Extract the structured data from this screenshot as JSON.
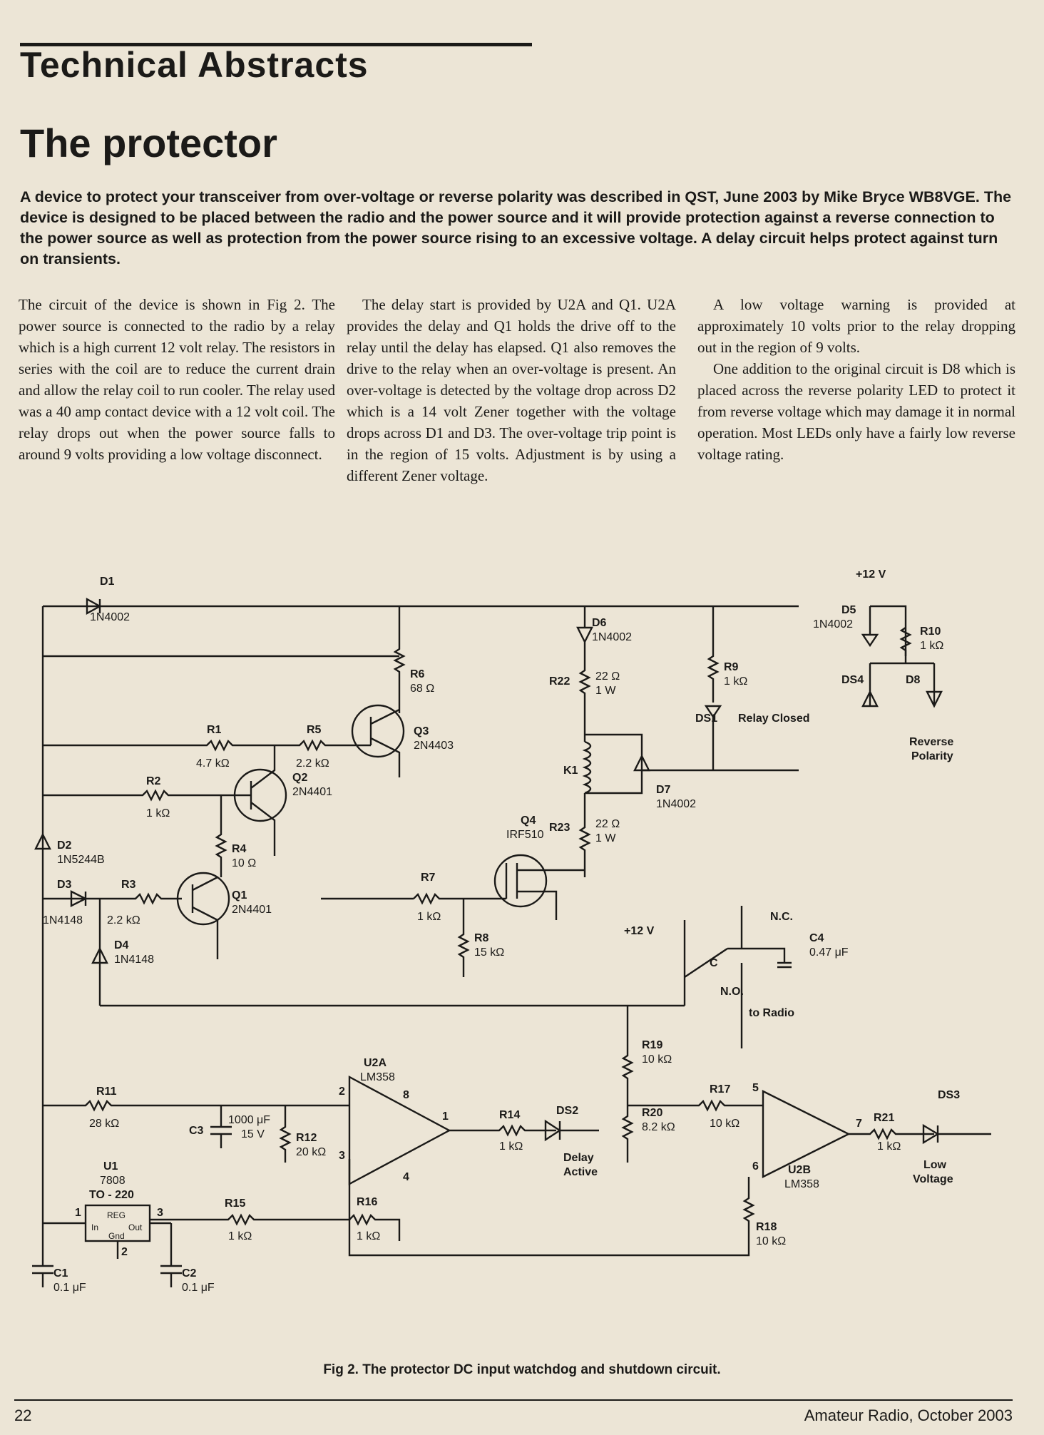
{
  "header": {
    "section": "Technical Abstracts",
    "title": "The protector"
  },
  "lead": "A device to protect your transceiver from over-voltage or reverse polarity was described in QST, June 2003 by Mike Bryce WB8VGE. The device is designed to be placed between the radio and the power source and it will provide protection against a reverse connection to the power source as well as protection from the power source rising to an excessive voltage. A delay circuit helps protect against turn on transients.",
  "columns": {
    "col1": "The circuit of the device is shown in Fig 2. The power source is connected to the radio by a relay which is a high current 12 volt relay. The resistors in series with the coil are to reduce the current drain and allow the relay coil to run cooler. The relay used was a 40 amp contact device with a 12 volt coil. The relay drops out when the power source falls to around 9 volts providing a low voltage disconnect.",
    "col2": "The delay start is provided by U2A and Q1. U2A provides the delay and Q1 holds the drive off to the relay until the delay has elapsed. Q1 also removes the drive to the relay when an over-voltage is present. An over-voltage is detected by the voltage drop across D2 which is a 14 volt Zener together with the voltage drops across D1 and D3. The over-voltage trip point is in the region of 15 volts. Adjustment is by using a different Zener voltage.",
    "col3_p1": "A low voltage warning is provided at approximately 10 volts prior to the relay dropping out in the region of 9 volts.",
    "col3_p2": "One addition to the original circuit is D8 which is placed across the reverse polarity LED to protect it from reverse voltage which may damage it in normal operation. Most LEDs only have a fairly low reverse voltage rating."
  },
  "schematic": {
    "D1": "D1",
    "D1v": "1N4002",
    "D6": "D6",
    "D6v": "1N4002",
    "D5": "D5",
    "D5v": "1N4002",
    "R10": "R10",
    "R10v": "1 kΩ",
    "plus12_top": "+12 V",
    "R6": "R6",
    "R6v": "68 Ω",
    "R22": "R22",
    "R22v1": "22 Ω",
    "R22v2": "1 W",
    "R9": "R9",
    "R9v": "1 kΩ",
    "DS4": "DS4",
    "D8": "D8",
    "R1": "R1",
    "R1v": "4.7 kΩ",
    "R5": "R5",
    "R5v": "2.2 kΩ",
    "Q3": "Q3",
    "Q3v": "2N4403",
    "DS1": "DS1",
    "DS1l": "Relay Closed",
    "rev1": "Reverse",
    "rev2": "Polarity",
    "R2": "R2",
    "R2v": "1 kΩ",
    "Q2": "Q2",
    "Q2v": "2N4401",
    "K1": "K1",
    "D7": "D7",
    "D7v": "1N4002",
    "R23": "R23",
    "R23v1": "22 Ω",
    "R23v2": "1 W",
    "Q4": "Q4",
    "Q4v": "IRF510",
    "D2": "D2",
    "D2v": "1N5244B",
    "R4": "R4",
    "R4v": "10 Ω",
    "R7": "R7",
    "R7v": "1 kΩ",
    "NC": "N.C.",
    "C4": "C4",
    "C4v": "0.47 μF",
    "D3": "D3",
    "D3v": "1N4148",
    "R3": "R3",
    "R3v": "2.2 kΩ",
    "Q1": "Q1",
    "Q1v": "2N4401",
    "R8": "R8",
    "R8v": "15 kΩ",
    "plus12_in": "+12 V",
    "C": "C",
    "D4": "D4",
    "D4v": "1N4148",
    "NO": "N.O.",
    "toRadio": "to Radio",
    "R19": "R19",
    "R19v": "10 kΩ",
    "R17": "R17",
    "R17v": "10 kΩ",
    "U2A": "U2A",
    "U2Av": "LM358",
    "R20": "R20",
    "R20v": "8.2 kΩ",
    "U2B": "U2B",
    "U2Bv": "LM358",
    "R21": "R21",
    "R21v": "1 kΩ",
    "DS3": "DS3",
    "low1": "Low",
    "low2": "Voltage",
    "R11": "R11",
    "R11v": "28 kΩ",
    "C3": "C3",
    "C3v1": "1000 μF",
    "C3v2": "15 V",
    "R12": "R12",
    "R12v": "20 kΩ",
    "R14": "R14",
    "R14v": "1 kΩ",
    "DS2": "DS2",
    "delay1": "Delay",
    "delay2": "Active",
    "U1": "U1",
    "U1v": "7808",
    "U1p": "TO - 220",
    "reg": "REG",
    "in": "In",
    "out": "Out",
    "gnd": "Gnd",
    "R15": "R15",
    "R15v": "1 kΩ",
    "R16": "R16",
    "R16v": "1 kΩ",
    "R18": "R18",
    "R18v": "10 kΩ",
    "C1": "C1",
    "C1v": "0.1 μF",
    "C2": "C2",
    "C2v": "0.1 μF",
    "p1": "1",
    "p2": "2",
    "p3": "3",
    "p4": "4",
    "p5": "5",
    "p6": "6",
    "p7": "7",
    "p8": "8",
    "pa1": "1",
    "pa2": "2",
    "pa3": "3"
  },
  "caption": "Fig 2. The protector DC input watchdog and shutdown circuit.",
  "footer": {
    "page": "22",
    "publication": "Amateur Radio, October 2003"
  }
}
